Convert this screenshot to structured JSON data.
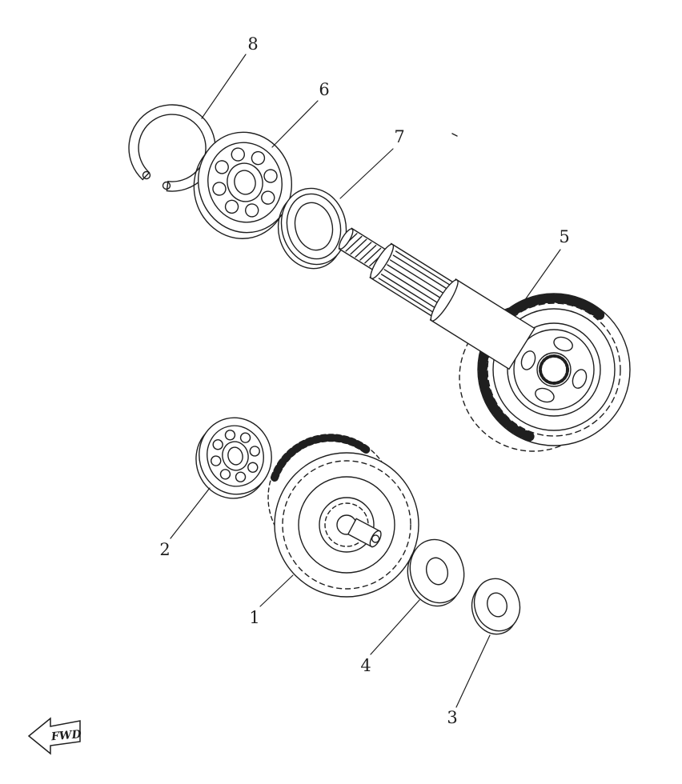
{
  "colors": {
    "ink": "#1f1f1f",
    "paper": "#ffffff"
  },
  "diagram": {
    "kind": "exploded-parts-diagram",
    "callouts": [
      {
        "label": "8"
      },
      {
        "label": "6"
      },
      {
        "label": "7"
      },
      {
        "label": "5"
      },
      {
        "label": "2"
      },
      {
        "label": "1"
      },
      {
        "label": "4"
      },
      {
        "label": "3"
      }
    ],
    "fwd_marker": {
      "label": "FWD"
    }
  }
}
